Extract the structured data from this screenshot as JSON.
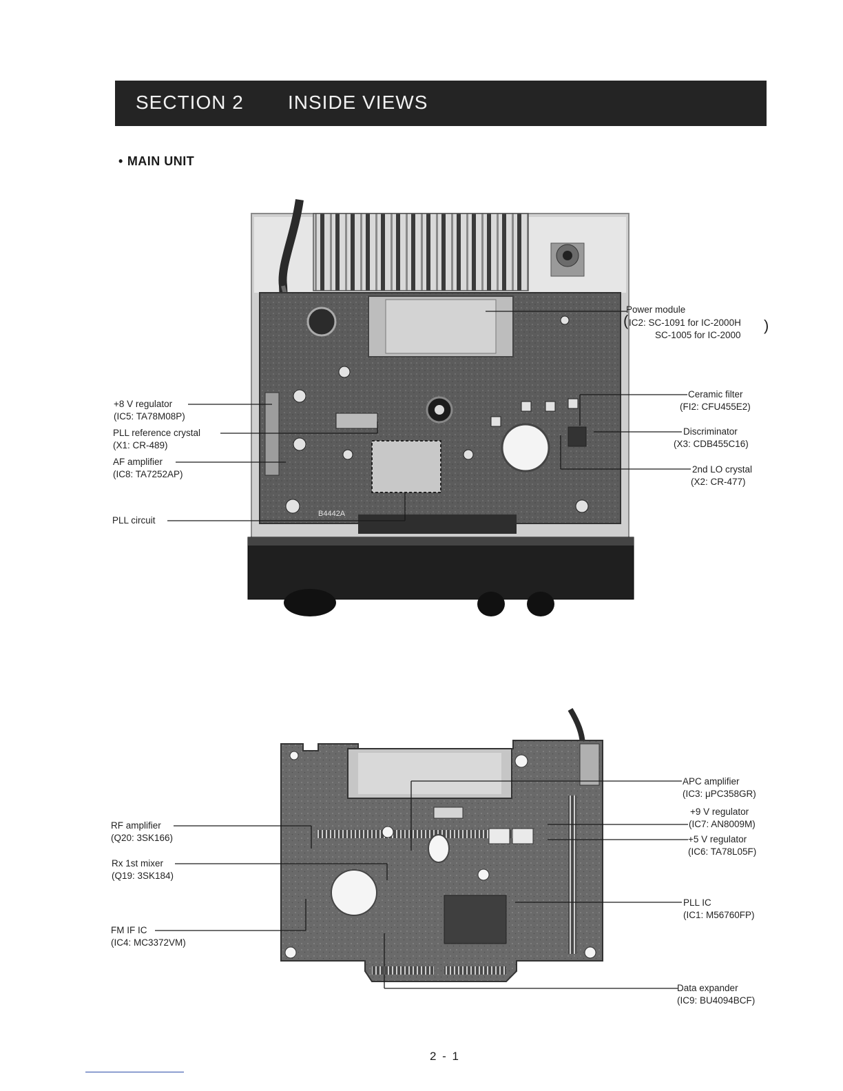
{
  "header": {
    "section": "SECTION 2",
    "title": "INSIDE VIEWS"
  },
  "subheading": {
    "bullet": "•",
    "text": "MAIN UNIT"
  },
  "top_figure": {
    "labels": {
      "power_module": {
        "line1": "Power module",
        "line2": "IC2: SC-1091 for IC-2000H",
        "line3": "SC-1005 for IC-2000"
      },
      "ceramic_filter": {
        "line1": "Ceramic filter",
        "line2": "(FI2: CFU455E2)"
      },
      "discriminator": {
        "line1": "Discriminator",
        "line2": "(X3: CDB455C16)"
      },
      "second_lo_crystal": {
        "line1": "2nd LO crystal",
        "line2": "(X2: CR-477)"
      },
      "v8_regulator": {
        "line1": "+8 V regulator",
        "line2": "(IC5: TA78M08P)"
      },
      "pll_ref_crystal": {
        "line1": "PLL reference crystal",
        "line2": "(X1: CR-489)"
      },
      "af_amplifier": {
        "line1": "AF amplifier",
        "line2": "(IC8: TA7252AP)"
      },
      "pll_circuit": {
        "line1": "PLL circuit"
      }
    },
    "board_marking": "B4442A"
  },
  "bottom_figure": {
    "labels": {
      "apc_amplifier": {
        "line1": "APC amplifier",
        "line2": "(IC3: μPC358GR)"
      },
      "v9_regulator": {
        "line1": "+9 V regulator",
        "line2": "(IC7: AN8009M)"
      },
      "v5_regulator": {
        "line1": "+5 V regulator",
        "line2": "(IC6: TA78L05F)"
      },
      "pll_ic": {
        "line1": "PLL IC",
        "line2": "(IC1: M56760FP)"
      },
      "data_expander": {
        "line1": "Data expander",
        "line2": "(IC9: BU4094BCF)"
      },
      "rf_amplifier": {
        "line1": "RF amplifier",
        "line2": "(Q20: 3SK166)"
      },
      "rx_mixer": {
        "line1": "Rx 1st mixer",
        "line2": "(Q19: 3SK184)"
      },
      "fm_if_ic": {
        "line1": "FM IF IC",
        "line2": "(IC4: MC3372VM)"
      }
    }
  },
  "footer": {
    "page_number": "2 - 1"
  }
}
